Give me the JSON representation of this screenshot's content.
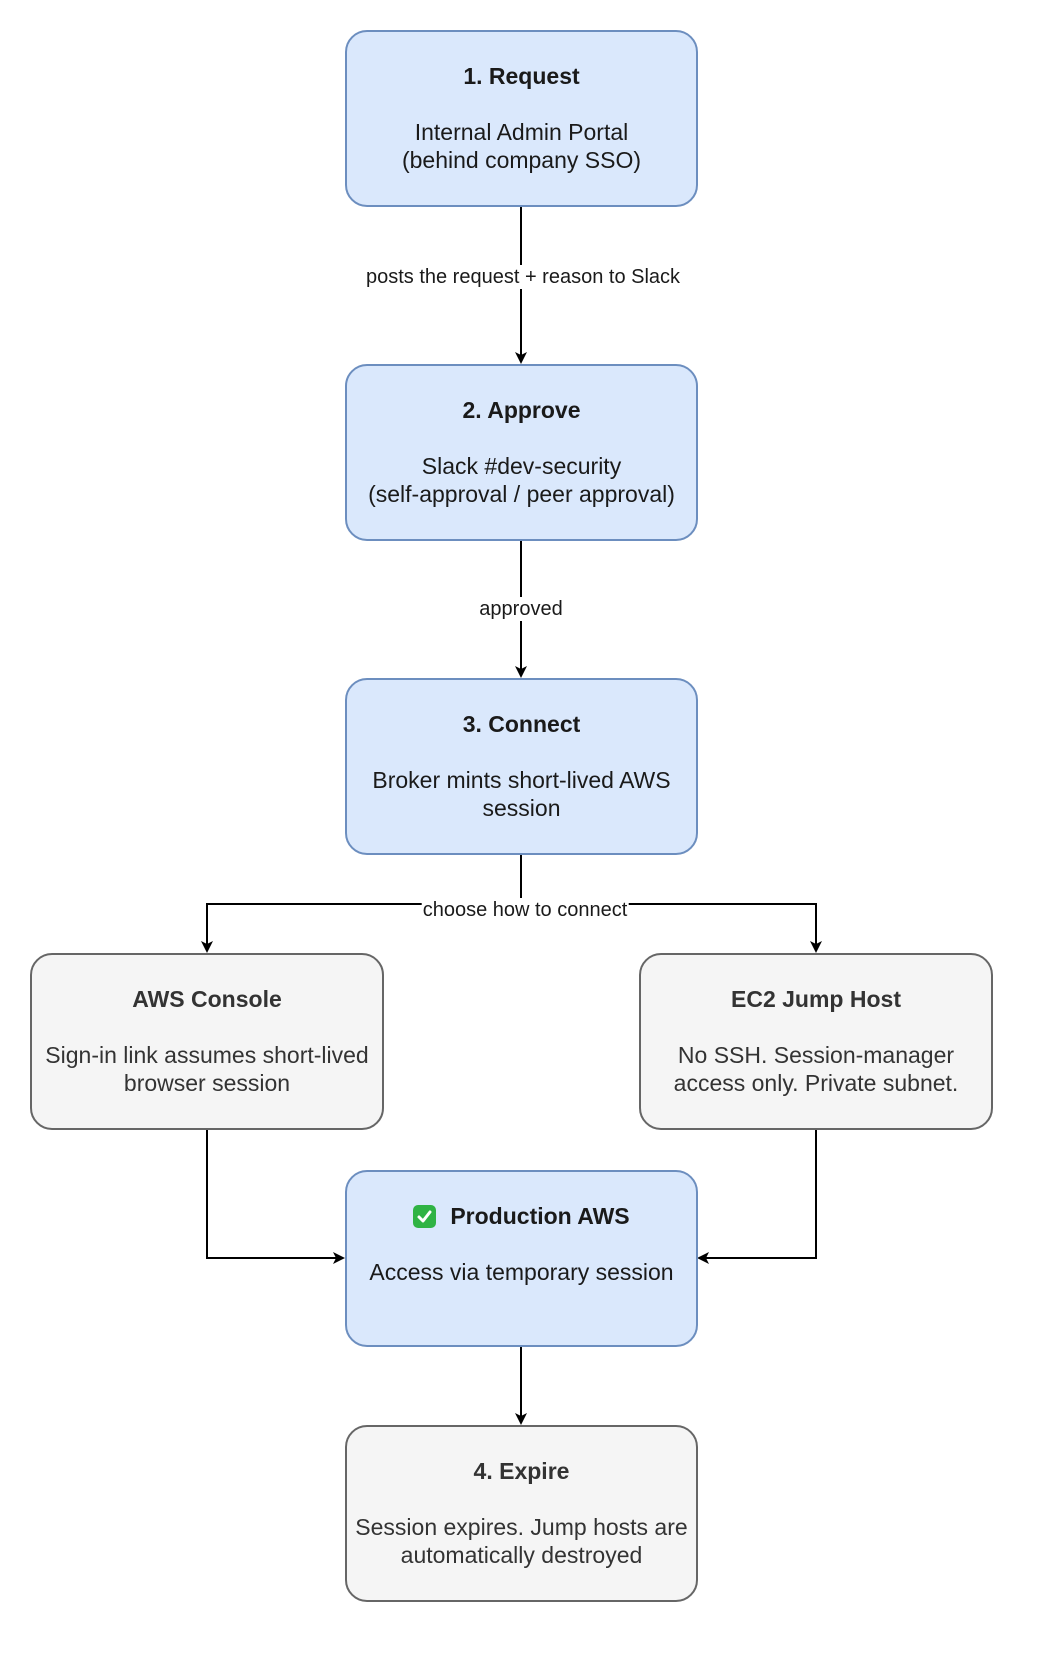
{
  "nodes": {
    "request": {
      "title": "1. Request",
      "body": "Internal Admin Portal\n(behind company SSO)"
    },
    "approve": {
      "title": "2. Approve",
      "body": "Slack #dev-security\n(self-approval / peer approval)"
    },
    "connect": {
      "title": "3. Connect",
      "body": "Broker mints short-lived AWS\nsession"
    },
    "aws_console": {
      "title": "AWS Console",
      "body": "Sign-in link assumes short-lived\nbrowser session"
    },
    "jump_host": {
      "title": "EC2 Jump Host",
      "body": "No SSH. Session-manager\naccess only. Private subnet."
    },
    "production": {
      "title": "Production AWS",
      "icon": "check-mark-icon",
      "body": "Access via temporary session"
    },
    "expire": {
      "title": "4. Expire",
      "body": "Session expires. Jump hosts are\nautomatically destroyed"
    }
  },
  "edges": {
    "request_to_approve": "posts the request + reason to Slack",
    "approve_to_connect": "approved",
    "connect_split": "choose how to connect"
  },
  "colors": {
    "primary_fill": "#dae8fc",
    "primary_stroke": "#6c8ebf",
    "secondary_fill": "#f5f5f5",
    "secondary_stroke": "#666666",
    "check": "#2fb344"
  }
}
